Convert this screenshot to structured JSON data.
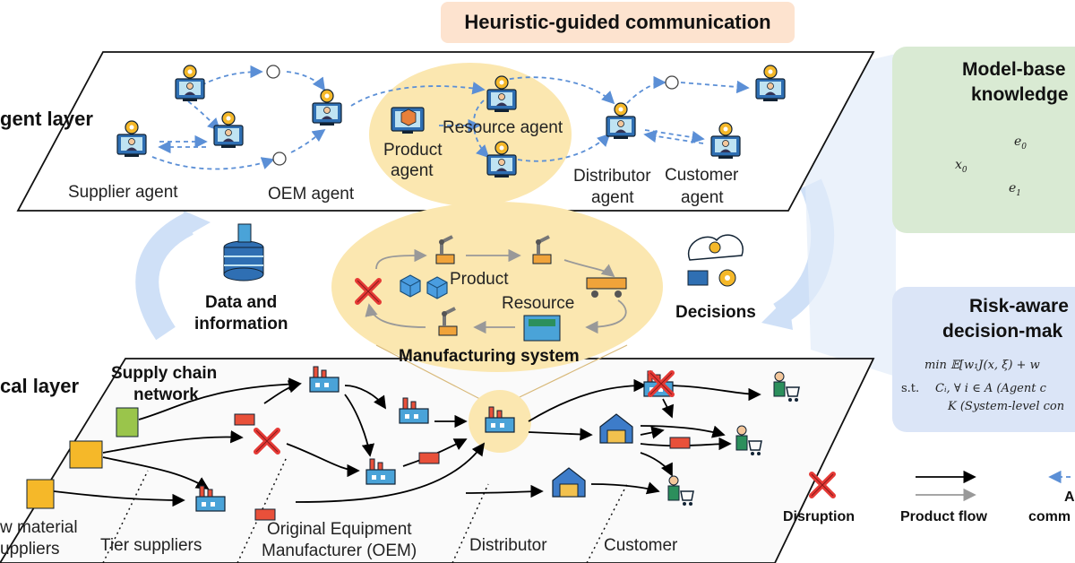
{
  "header": {
    "title": "Heuristic-guided communication"
  },
  "agent_layer": {
    "title": "gent layer",
    "supplier": "Supplier agent",
    "oem": "OEM agent",
    "resource": "Resource agent",
    "product_1": "Product",
    "product_2": "agent",
    "distributor_1": "Distributor",
    "distributor_2": "agent",
    "customer_1": "Customer",
    "customer_2": "agent"
  },
  "middle": {
    "data_1": "Data and",
    "data_2": "information",
    "decisions": "Decisions",
    "product": "Product",
    "resource": "Resource",
    "manufacturing": "Manufacturing system"
  },
  "physical_layer": {
    "title": "cal layer",
    "network_1": "Supply chain",
    "network_2": "network",
    "raw_1": "w material",
    "raw_2": "uppliers",
    "tier": "Tier suppliers",
    "oem_1": "Original Equipment",
    "oem_2": "Manufacturer (OEM)",
    "distributor": "Distributor",
    "customer": "Customer"
  },
  "model_panel": {
    "title_1": "Model-base",
    "title_2": "knowledge",
    "x0": "x",
    "e0": "e",
    "e1": "e"
  },
  "risk_panel": {
    "title_1": "Risk-aware",
    "title_2": "decision-mak",
    "objective": "min 𝔼[w₁J(x, ξ) + w",
    "st": "s.t.",
    "c1": "Cᵢ, ∀ i ∈ A (Agent c",
    "c2": "K (System-level con"
  },
  "legend": {
    "disruption": "Disruption",
    "product_flow": "Product flow",
    "comm_1": "A",
    "comm_2": "comm"
  },
  "colors": {
    "highlight": "#fbe7b0",
    "header_bg": "#fde3cf",
    "model_bg": "#d9ead3",
    "risk_bg": "#dbe5f7",
    "comm_arrow": "#5b8fd6",
    "disruption": "#e53935",
    "big_arrow": "#cfe0f7"
  }
}
